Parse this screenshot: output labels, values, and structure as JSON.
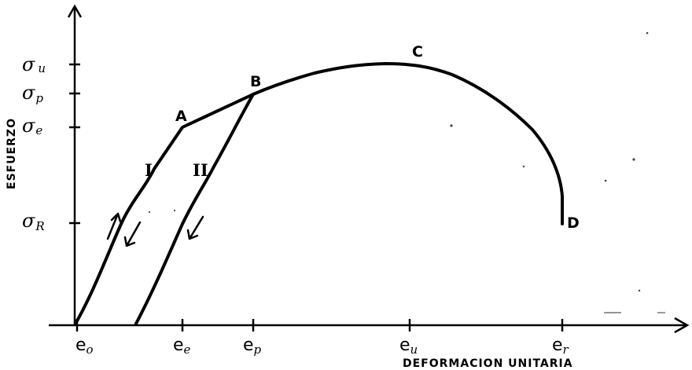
{
  "axes": {
    "y_label": "ESFUERZO",
    "x_label": "DEFORMACION  UNITARIA"
  },
  "y_ticks": [
    {
      "base": "σ",
      "sub": "u"
    },
    {
      "base": "σ",
      "sub": "p"
    },
    {
      "base": "σ",
      "sub": "e"
    },
    {
      "base": "σ",
      "sub": "R"
    }
  ],
  "x_ticks": [
    {
      "base": "e",
      "sub": "o"
    },
    {
      "base": "e",
      "sub": "e"
    },
    {
      "base": "e",
      "sub": "p"
    },
    {
      "base": "e",
      "sub": "u"
    },
    {
      "base": "e",
      "sub": "r"
    }
  ],
  "points": {
    "A": "A",
    "B": "B",
    "C": "C",
    "D": "D"
  },
  "regions": {
    "I": "I",
    "II": "II"
  }
}
